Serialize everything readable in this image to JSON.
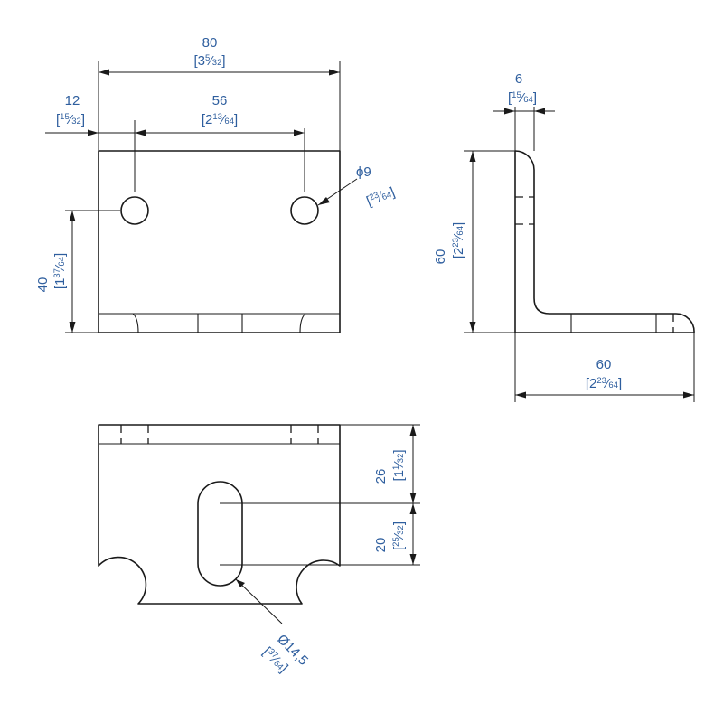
{
  "accent_color": "#2e5e9e",
  "line_color": "#1a1a1a",
  "dimensions": {
    "width_total": {
      "mm": "80",
      "in_open": "[3",
      "in_num": "5",
      "in_den": "32",
      "in_close": "]"
    },
    "hole_spacing": {
      "mm": "56",
      "in_open": "[2",
      "in_num": "13",
      "in_den": "64",
      "in_close": "]"
    },
    "hole_offset": {
      "mm": "12",
      "in_open": "[",
      "in_num": "15",
      "in_den": "32",
      "in_close": "]"
    },
    "hole_height": {
      "mm": "40",
      "in_open": "[1",
      "in_num": "37",
      "in_den": "64",
      "in_close": "]"
    },
    "hole_diameter": {
      "mm": "ϕ9",
      "in_open": "[",
      "in_num": "23",
      "in_den": "64",
      "in_close": "]"
    },
    "thickness": {
      "mm": "6",
      "in_open": "[",
      "in_num": "15",
      "in_den": "64",
      "in_close": "]"
    },
    "leg_height": {
      "mm": "60",
      "in_open": "[2",
      "in_num": "23",
      "in_den": "64",
      "in_close": "]"
    },
    "leg_length": {
      "mm": "60",
      "in_open": "[2",
      "in_num": "23",
      "in_den": "64",
      "in_close": "]"
    },
    "slot_offset": {
      "mm": "26",
      "in_open": "[1",
      "in_num": "1",
      "in_den": "32",
      "in_close": "]"
    },
    "slot_length": {
      "mm": "20",
      "in_open": "[",
      "in_num": "25",
      "in_den": "32",
      "in_close": "]"
    },
    "slot_width": {
      "mm": "Ø14,5",
      "in_open": "[",
      "in_num": "37",
      "in_den": "64",
      "in_close": "]"
    }
  }
}
